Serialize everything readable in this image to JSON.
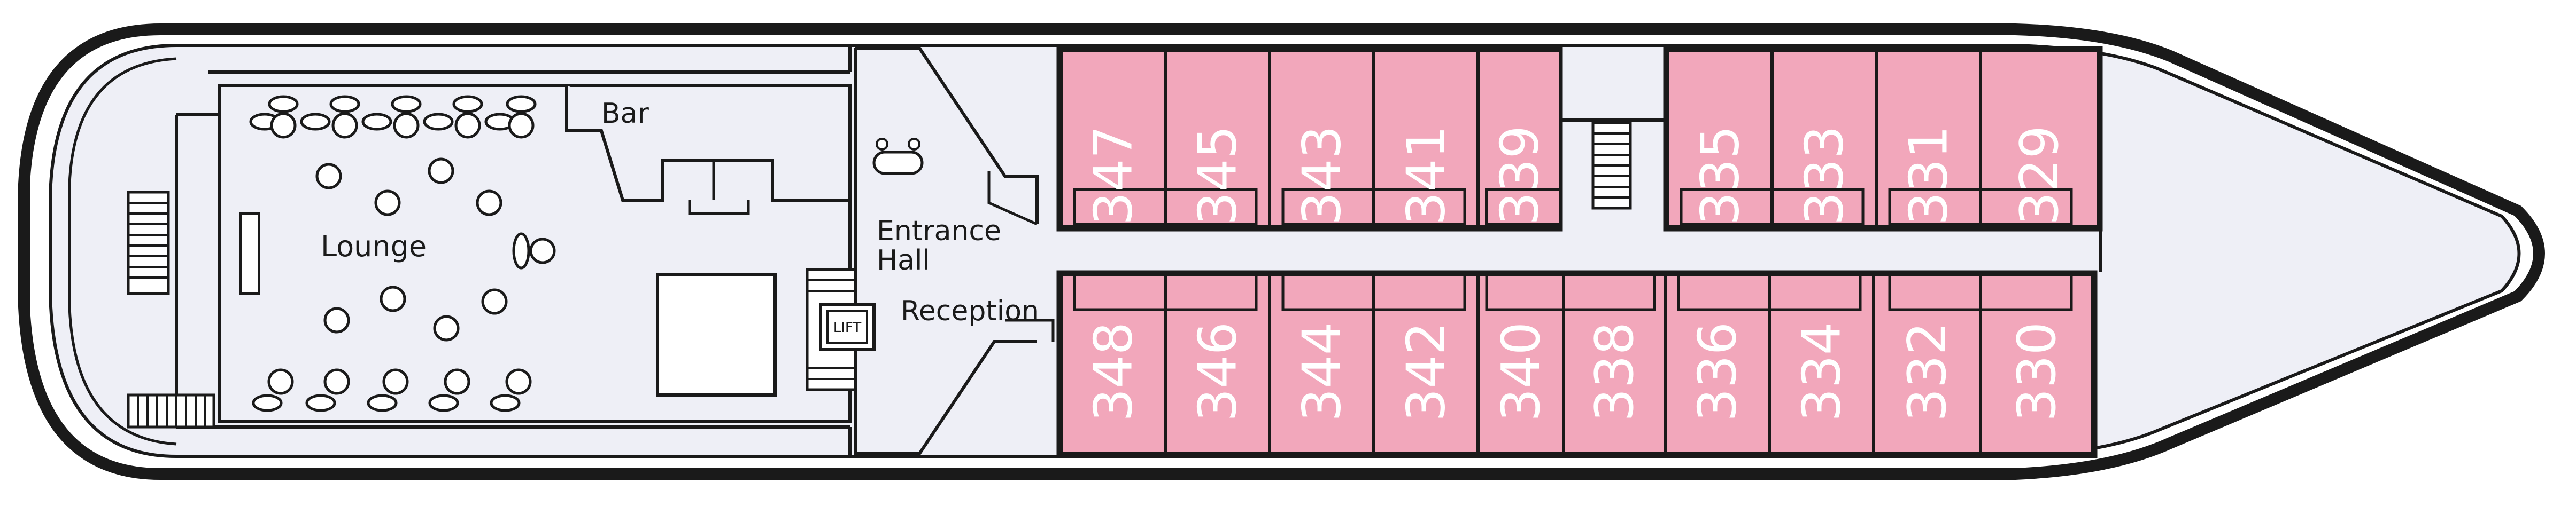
{
  "labels": {
    "bar": "Bar",
    "lounge": "Lounge",
    "entrance_line1": "Entrance",
    "entrance_line2": "Hall",
    "reception": "Reception",
    "lift": "LIFT"
  },
  "cabins_upper": [
    "347",
    "345",
    "343",
    "341",
    "339",
    "335",
    "333",
    "331",
    "329"
  ],
  "cabins_lower": [
    "348",
    "346",
    "344",
    "342",
    "340",
    "338",
    "336",
    "334",
    "332",
    "330"
  ],
  "colors": {
    "cabin": "#f2a7bb",
    "deck": "#eeeff6",
    "line": "#1a1a1a"
  }
}
